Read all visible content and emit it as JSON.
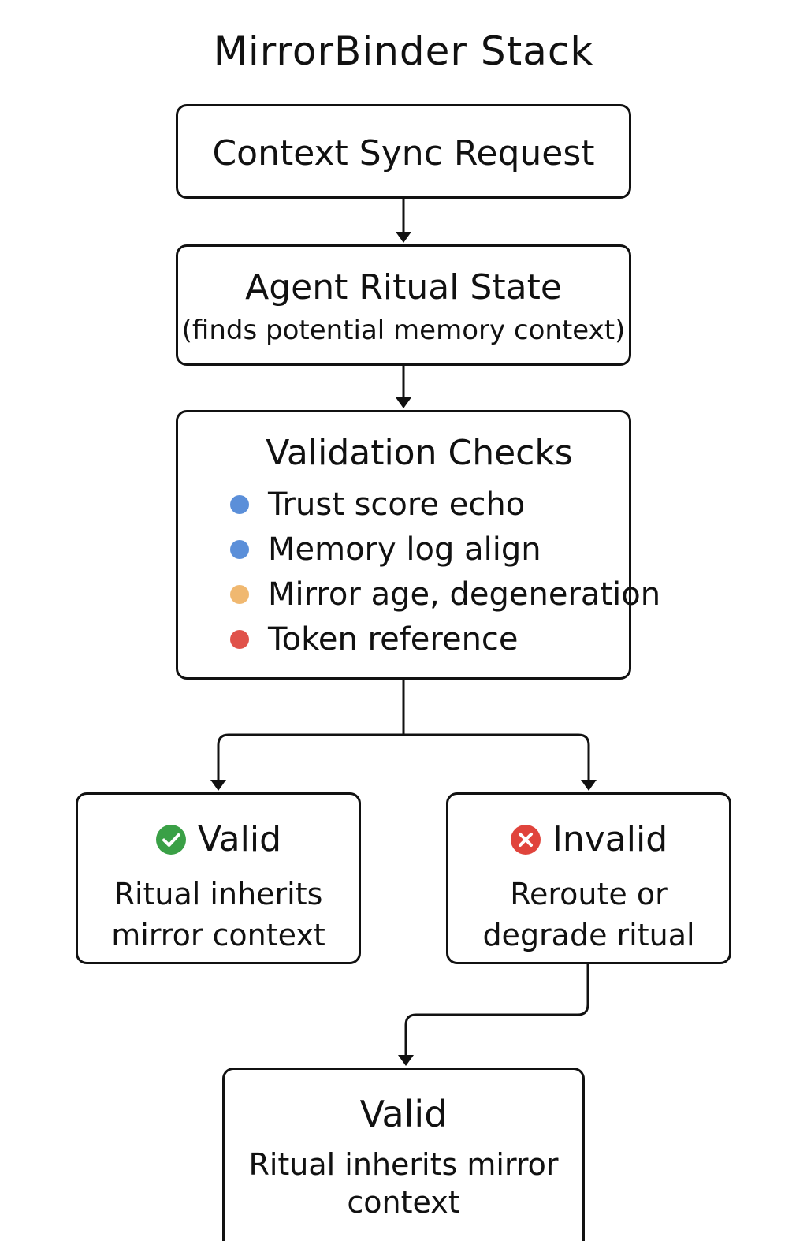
{
  "title": "MirrorBinder Stack",
  "nodes": {
    "sync": {
      "title": "Context Sync Request"
    },
    "ritual": {
      "title": "Agent Ritual State",
      "subtitle": "(finds potential memory context)"
    },
    "validation": {
      "title": "Validation Checks",
      "items": [
        {
          "label": "Trust score echo",
          "color": "#5b8fd9"
        },
        {
          "label": "Memory log align",
          "color": "#5b8fd9"
        },
        {
          "label": "Mirror age, degeneration",
          "color": "#f0b870"
        },
        {
          "label": "Token reference",
          "color": "#e0524a"
        }
      ]
    },
    "valid": {
      "title": "Valid",
      "icon": "check-circle-icon",
      "icon_color": "#3aa046",
      "line1": "Ritual inherits",
      "line2": "mirror context"
    },
    "invalid": {
      "title": "Invalid",
      "icon": "x-circle-icon",
      "icon_color": "#e0443c",
      "line1": "Reroute or",
      "line2": "degrade ritual"
    },
    "final": {
      "title": "Valid",
      "line1": "Ritual inherits mirror",
      "line2": "context"
    }
  }
}
